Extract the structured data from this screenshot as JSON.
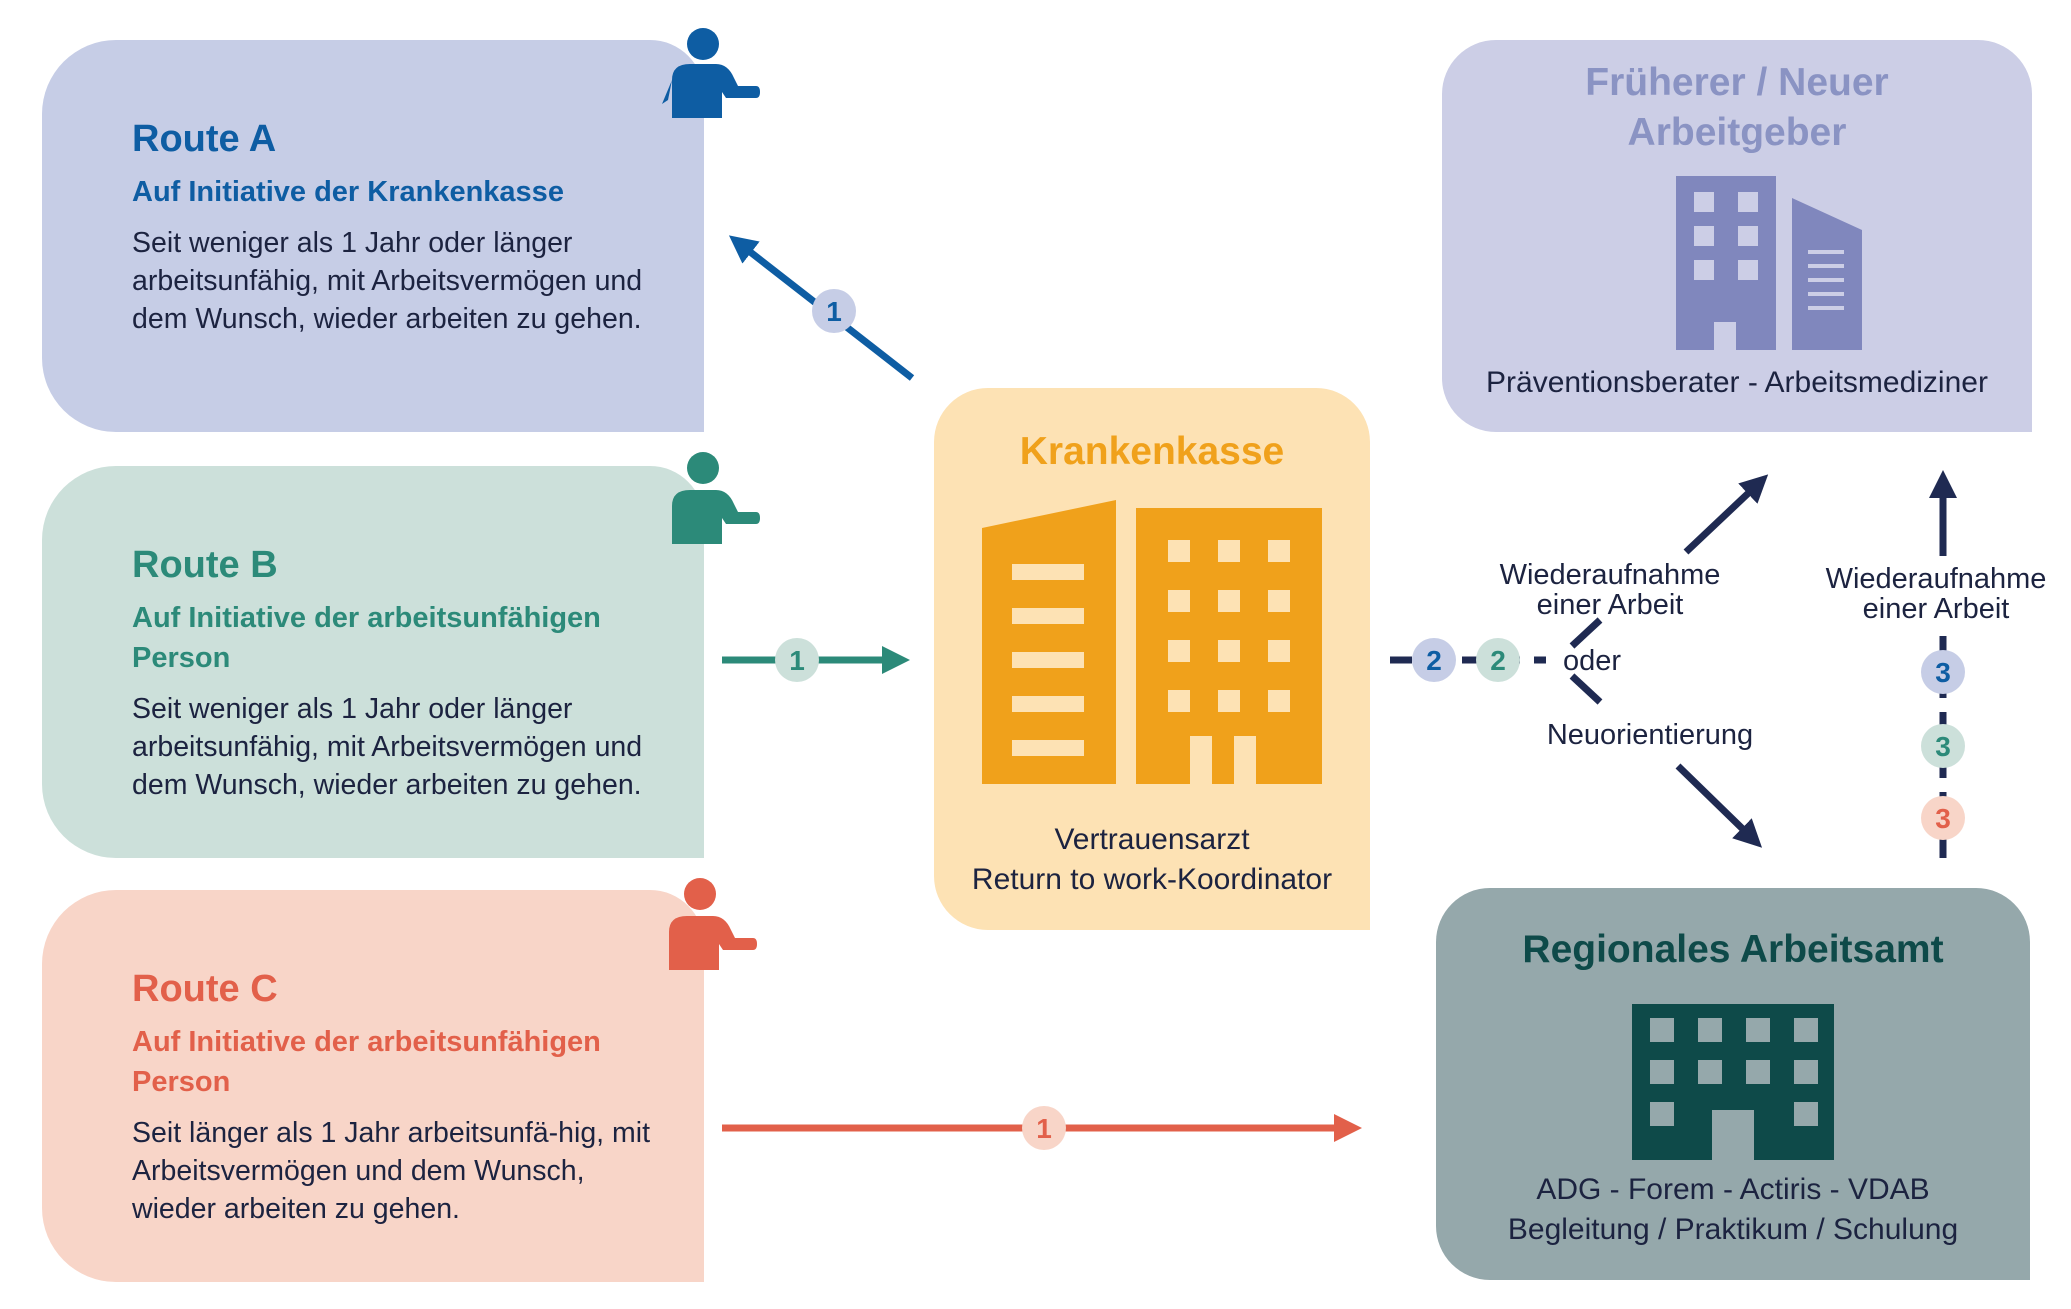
{
  "routes": [
    {
      "title": "Route A",
      "subtitle": "Auf Initiative der Krankenkasse",
      "description": "Seit weniger als 1 Jahr oder länger arbeitsunfähig, mit Arbeitsvermögen und dem Wunsch, wieder arbeiten zu gehen.",
      "color": "#0e5da3",
      "bg": "#c6cde6"
    },
    {
      "title": "Route B",
      "subtitle": "Auf Initiative der arbeitsunfähigen Person",
      "description": "Seit weniger als 1 Jahr oder länger arbeitsunfähig, mit Arbeitsvermögen und dem Wunsch, wieder arbeiten zu gehen.",
      "color": "#2c8a79",
      "bg": "#cce0da"
    },
    {
      "title": "Route C",
      "subtitle": "Auf Initiative der arbeitsunfähigen Person",
      "description": "Seit länger als 1 Jahr arbeitsunfä-hig, mit Arbeitsvermögen und dem Wunsch, wieder arbeiten zu gehen.",
      "color": "#e2604a",
      "bg": "#f8d5c8"
    }
  ],
  "krankenkasse": {
    "title": "Krankenkasse",
    "staff_line1": "Vertrauensarzt",
    "staff_line2": "Return to work-Koordinator",
    "color": "#f0a11b"
  },
  "employer": {
    "title_line1": "Früherer / Neuer",
    "title_line2": "Arbeitgeber",
    "staff": "Präventionsberater - Arbeitsmediziner",
    "icon": "office-building-icon"
  },
  "office": {
    "title": "Regionales Arbeitsamt",
    "staff_line1": "ADG - Forem - Actiris - VDAB",
    "staff_line2": "Begleitung / Praktikum / Schulung",
    "icon": "office-building-icon"
  },
  "flow": {
    "resume_work_line1": "Wiederaufnahme",
    "resume_work_line2": "einer Arbeit",
    "or": "oder",
    "reorientation": "Neuorientierung",
    "resume_work_right_line1": "Wiederaufnahme",
    "resume_work_right_line2": "einer Arbeit"
  },
  "steps": {
    "a1": "1",
    "b1": "1",
    "c1": "1",
    "s2a": "2",
    "s2b": "2",
    "s3a": "3",
    "s3b": "3",
    "s3c": "3"
  }
}
